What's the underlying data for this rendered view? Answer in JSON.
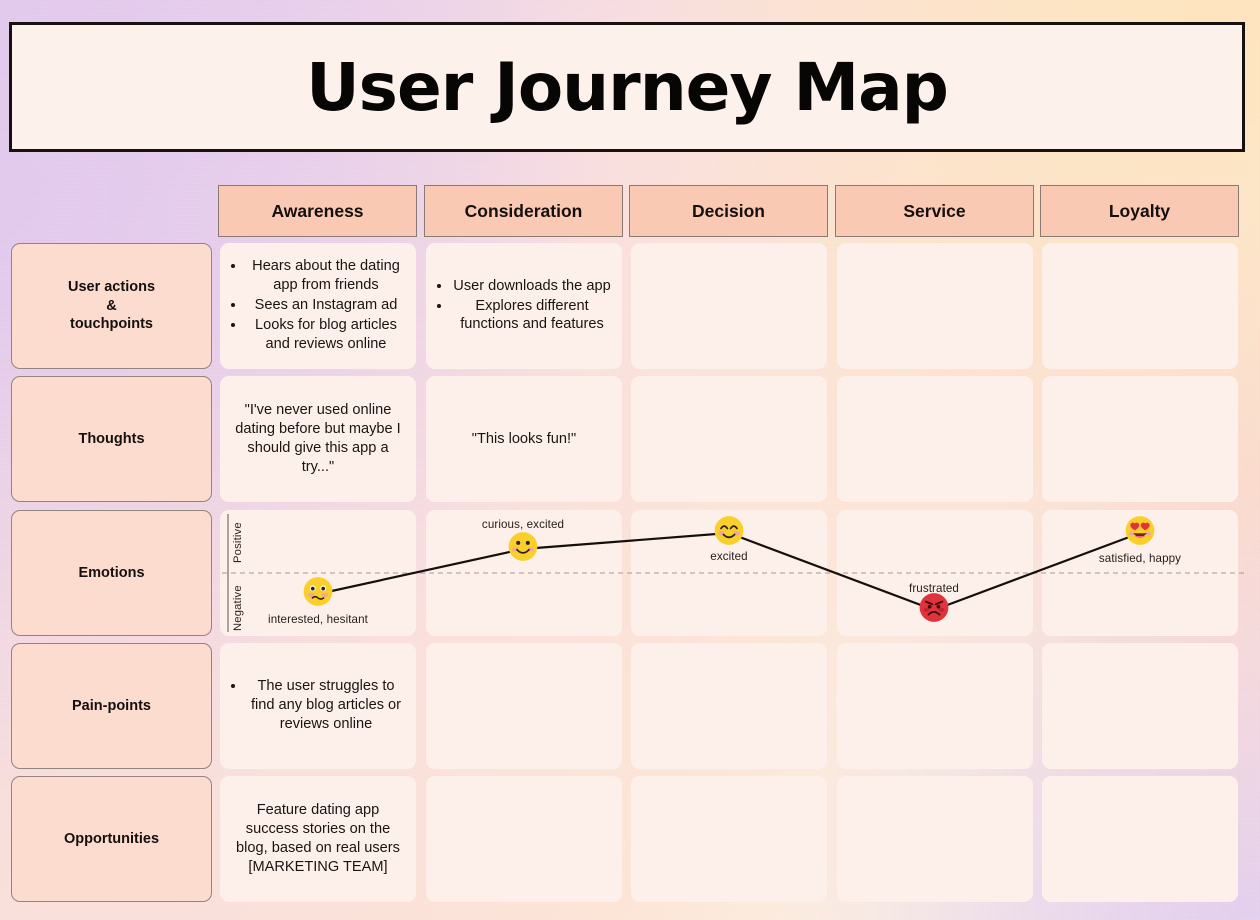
{
  "title": "User Journey Map",
  "columns": [
    "Awareness",
    "Consideration",
    "Decision",
    "Service",
    "Loyalty"
  ],
  "rows": [
    {
      "label": "User actions\n&\ntouchpoints",
      "name": "user-actions-touchpoints"
    },
    {
      "label": "Thoughts",
      "name": "thoughts"
    },
    {
      "label": "Emotions",
      "name": "emotions"
    },
    {
      "label": "Pain-points",
      "name": "pain-points"
    },
    {
      "label": "Opportunities",
      "name": "opportunities"
    }
  ],
  "cells": {
    "actions": {
      "awareness": [
        "Hears about the dating app from friends",
        "Sees an Instagram ad",
        "Looks for blog articles and reviews online"
      ],
      "consideration": [
        "User downloads the app",
        "Explores different functions and features"
      ],
      "decision": [],
      "service": [],
      "loyalty": []
    },
    "thoughts": {
      "awareness": "\"I've never used online dating before but maybe I should give this app a try...\"",
      "consideration": "\"This looks fun!\"",
      "decision": "",
      "service": "",
      "loyalty": ""
    },
    "painpoints": {
      "awareness": [
        "The user struggles to find any blog articles or reviews online"
      ],
      "consideration": [],
      "decision": [],
      "service": [],
      "loyalty": []
    },
    "opportunities": {
      "awareness": "Feature dating app success stories on the blog, based on real users [MARKETING TEAM]",
      "consideration": "",
      "decision": "",
      "service": "",
      "loyalty": ""
    }
  },
  "chart_data": {
    "type": "line",
    "title": "Emotions",
    "xlabel": "",
    "ylabel": "",
    "axis_labels": [
      "Positive",
      "Negative"
    ],
    "categories": [
      "Awareness",
      "Consideration",
      "Decision",
      "Service",
      "Loyalty"
    ],
    "values": [
      -1,
      1,
      2,
      -2,
      2
    ],
    "ylim": [
      -2,
      2
    ],
    "grid": false,
    "midline": "dashed",
    "legend": "none",
    "points": [
      {
        "stage": "Awareness",
        "caption": "interested, hesitant",
        "sentiment": "negative",
        "emoji": "confused-face",
        "x": 318,
        "y": 594,
        "caption_x": 318,
        "caption_y": 613,
        "emoji_color": "#f9cf2b"
      },
      {
        "stage": "Consideration",
        "caption": "curious, excited",
        "sentiment": "positive",
        "emoji": "smiling-face",
        "x": 523,
        "y": 549,
        "caption_x": 523,
        "caption_y": 520,
        "emoji_color": "#f9cf2b"
      },
      {
        "stage": "Decision",
        "caption": "excited",
        "sentiment": "positive",
        "emoji": "happy-eyes-face",
        "x": 729,
        "y": 533,
        "caption_x": 729,
        "caption_y": 553,
        "emoji_color": "#f9cf2b"
      },
      {
        "stage": "Service",
        "caption": "frustrated",
        "sentiment": "negative",
        "emoji": "angry-face",
        "x": 934,
        "y": 610,
        "caption_x": 934,
        "caption_y": 585,
        "emoji_color": "#e0333b"
      },
      {
        "stage": "Loyalty",
        "caption": "satisfied, happy",
        "sentiment": "positive",
        "emoji": "heart-eyes-face",
        "x": 1140,
        "y": 533,
        "caption_x": 1140,
        "caption_y": 556,
        "emoji_color": "#f9cf2b"
      }
    ]
  },
  "colors": {
    "title_bg": "#fdf1ec",
    "title_border": "#17120f",
    "header_bg": "#fac9b4",
    "row_label_bg": "#fbdccf",
    "cell_bg": "#fdf0eb",
    "line": "#15100d",
    "midline": "#b8a9a3",
    "emoji_yellow": "#f9cf2b",
    "emoji_red": "#e0333b"
  }
}
